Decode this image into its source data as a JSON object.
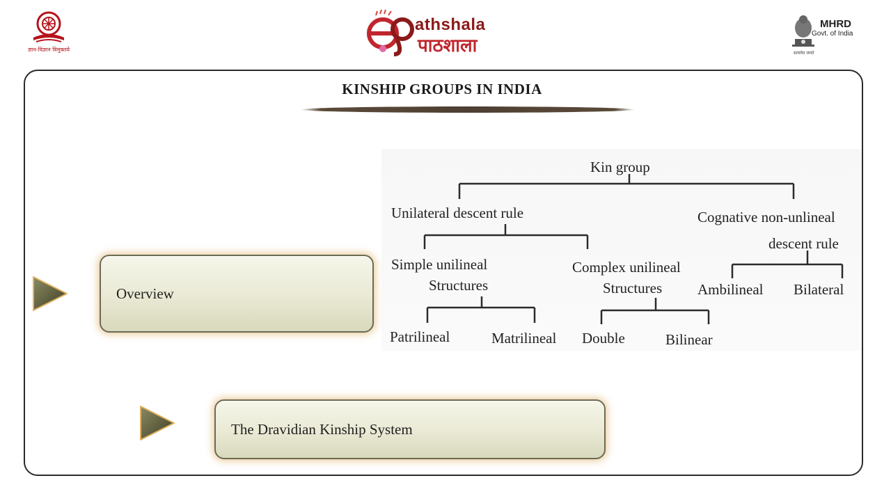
{
  "header": {
    "left_logo": {
      "icon": "ugc-emblem-icon",
      "caption": "ज्ञान-विज्ञान विमुक्तये"
    },
    "center_logo": {
      "brand_en": "athshala",
      "brand_hi": "पाठशाला"
    },
    "right_logo": {
      "icon": "national-emblem-icon",
      "title": "MHRD",
      "subtitle": "Govt. of India",
      "motto": "सत्यमेव जयते"
    }
  },
  "slide": {
    "title": "KINSHIP GROUPS IN INDIA",
    "menu": [
      {
        "label": "Overview"
      },
      {
        "label": "The Dravidian Kinship System"
      }
    ]
  },
  "diagram": {
    "root": "Kin group",
    "unilateral": "Unilateral descent rule",
    "cognative_line1": "Cognative non-unlineal",
    "cognative_line2": "descent rule",
    "simple_line1": "Simple unilineal",
    "simple_line2": "Structures",
    "complex_line1": "Complex unilineal",
    "complex_line2": "Structures",
    "ambilineal": "Ambilineal",
    "bilateral": "Bilateral",
    "patrilineal": "Patrilineal",
    "matrilineal": "Matrilineal",
    "double": "Double",
    "bilinear": "Bilinear"
  },
  "colors": {
    "frame_border": "#2a2a2a",
    "button_fill": "#e9e9d4",
    "button_glow": "#dcaa5a",
    "arrow": "#5b5a3a",
    "title_underline": "#4e3f32"
  }
}
